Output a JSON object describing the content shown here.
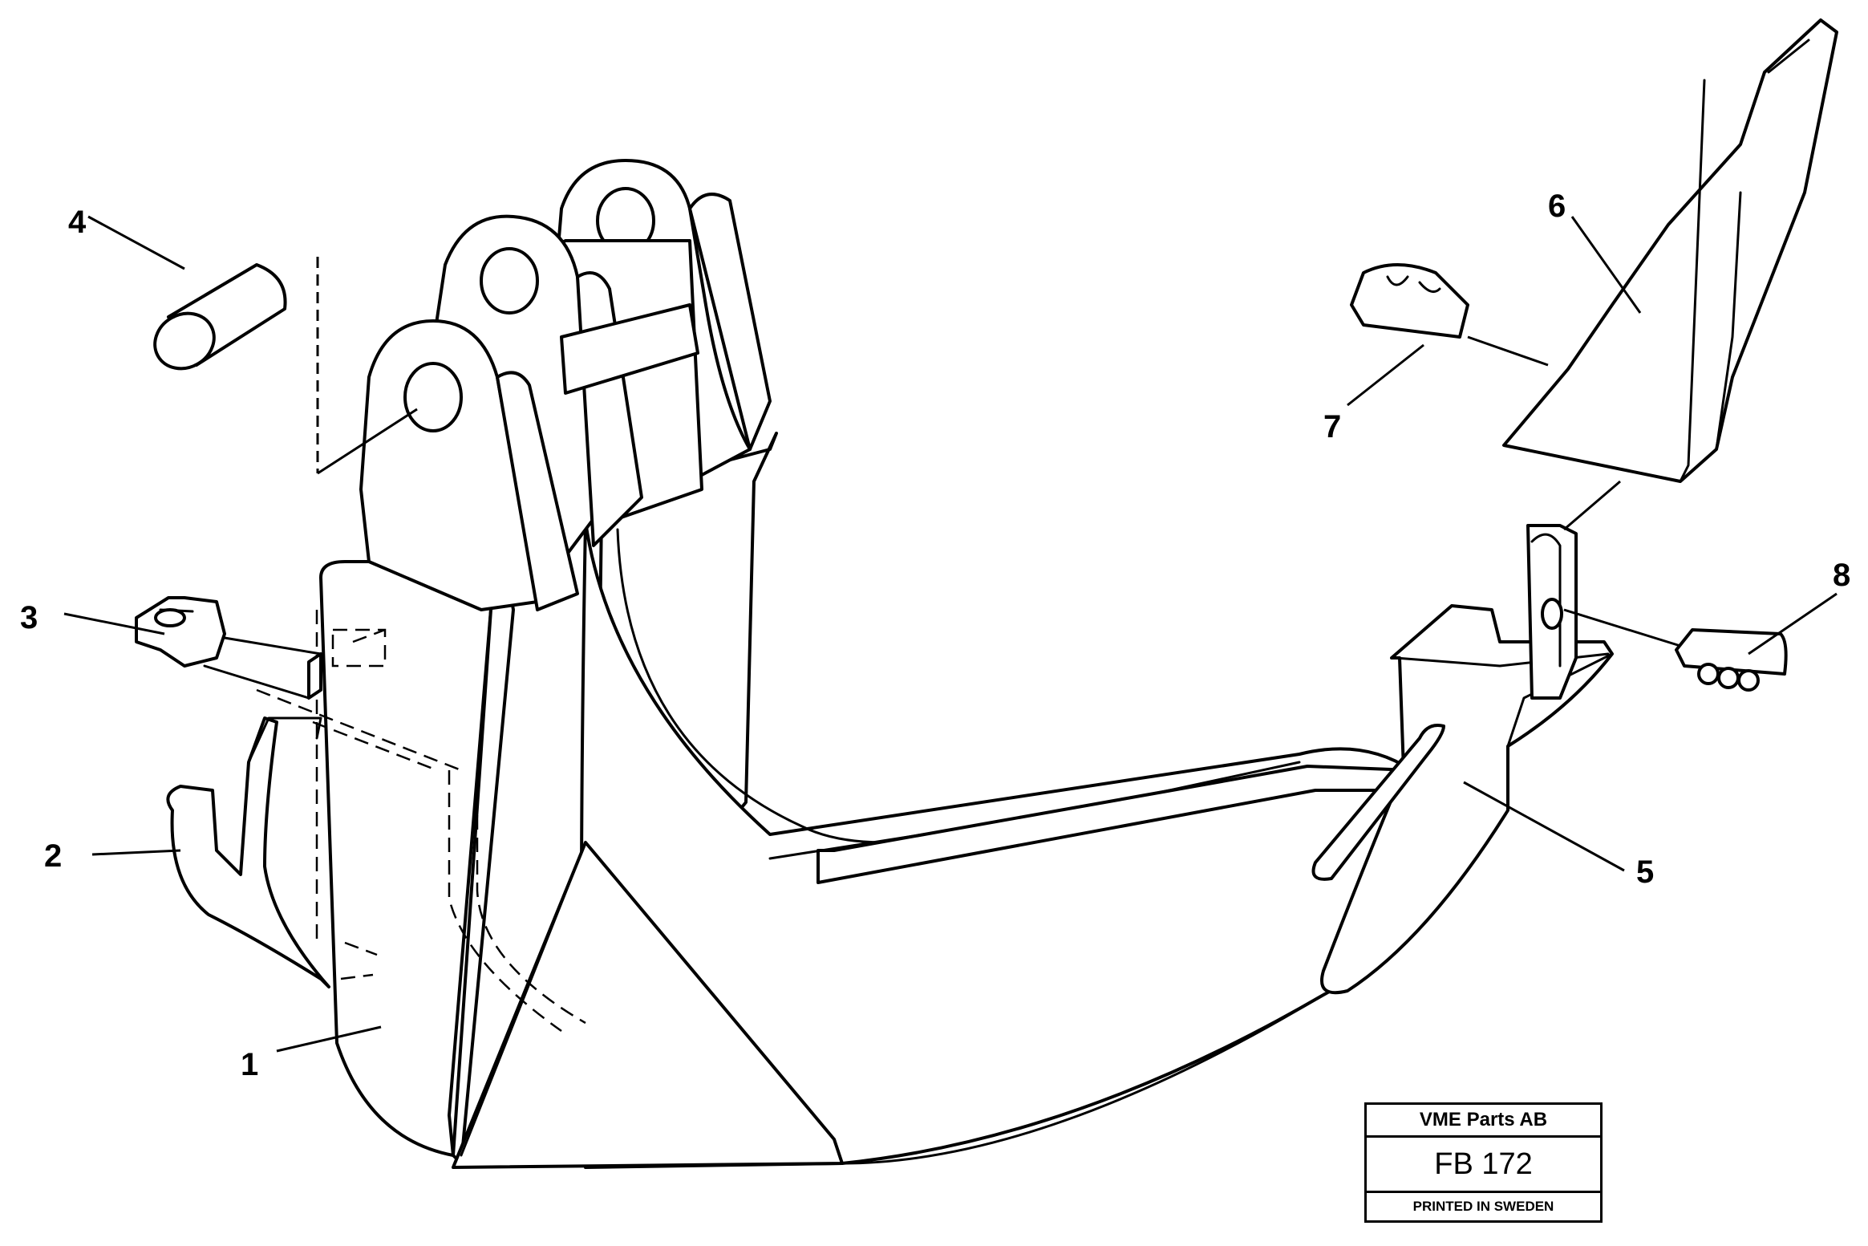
{
  "diagram": {
    "callouts": [
      {
        "id": "1",
        "text": "1"
      },
      {
        "id": "2",
        "text": "2"
      },
      {
        "id": "3",
        "text": "3"
      },
      {
        "id": "4",
        "text": "4"
      },
      {
        "id": "5",
        "text": "5"
      },
      {
        "id": "6",
        "text": "6"
      },
      {
        "id": "7",
        "text": "7"
      },
      {
        "id": "8",
        "text": "8"
      }
    ]
  },
  "title_block": {
    "company": "VME Parts AB",
    "code": "FB 172",
    "printed": "PRINTED IN SWEDEN"
  }
}
